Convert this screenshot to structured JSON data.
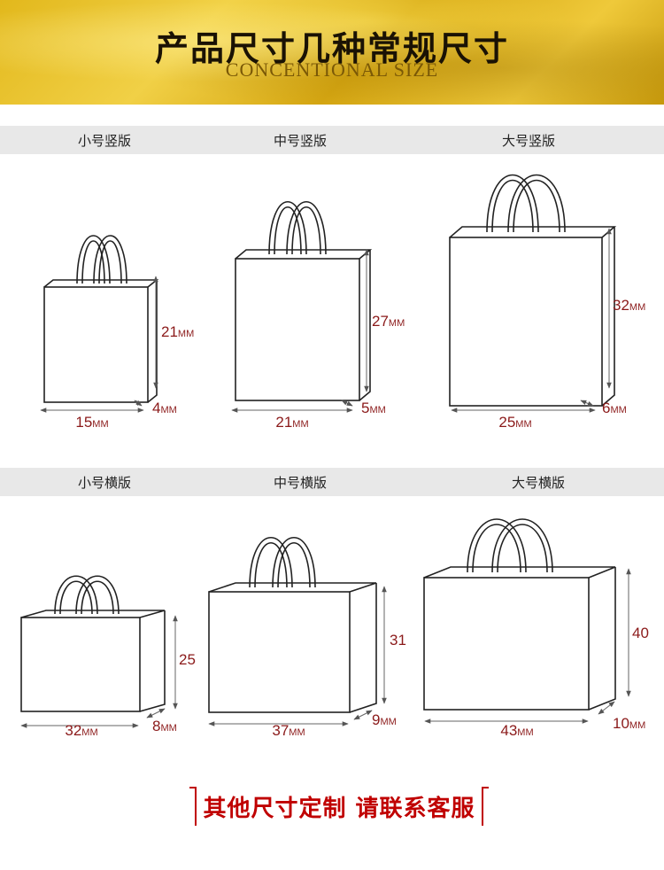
{
  "header": {
    "title": "产品尺寸几种常规尺寸",
    "subtitle": "CONCENTIONAL SIZE"
  },
  "vertical_section": {
    "bags": [
      {
        "label": "小号竖版",
        "height": "21MM",
        "width": "15MM",
        "depth": "4MM"
      },
      {
        "label": "中号竖版",
        "height": "27MM",
        "width": "21MM",
        "depth": "5MM"
      },
      {
        "label": "大号竖版",
        "height": "32MM",
        "width": "25MM",
        "depth": "6MM"
      }
    ]
  },
  "horizontal_section": {
    "bags": [
      {
        "label": "小号横版",
        "height": "25",
        "width": "32MM",
        "depth": "8MM"
      },
      {
        "label": "中号横版",
        "height": "31",
        "width": "37MM",
        "depth": "9MM"
      },
      {
        "label": "大号横版",
        "height": "40",
        "width": "43MM",
        "depth": "10MM"
      }
    ]
  },
  "footer": {
    "text": "其他尺寸定制 请联系客服"
  },
  "colors": {
    "banner_gold": "#e2b81c",
    "dimension_text": "#8b1a1a",
    "footer_red": "#c00000"
  }
}
